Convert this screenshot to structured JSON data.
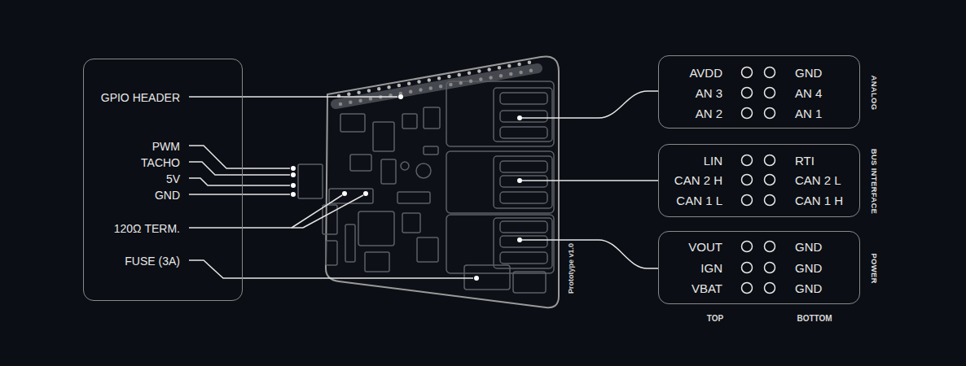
{
  "diagram": {
    "nodes": [
      {
        "text": [
          "GPIO HEADER",
          "PWM",
          "TACHO",
          "5V",
          "GND",
          "120Ω TERM.",
          "FUSE (3A)"
        ]
      },
      {
        "text": [
          "ANALOG",
          "AVDD",
          "GND",
          "AN 3",
          "AN 4",
          "AN 2",
          "AN 1"
        ]
      },
      {
        "text": [
          "BUS INTERFACE",
          "LIN",
          "RTI",
          "CAN 2 H",
          "CAN 2 L",
          "CAN 1 L",
          "CAN 1 H"
        ]
      },
      {
        "text": [
          "POWER",
          "VOUT",
          "GND",
          "IGN",
          "GND",
          "VBAT",
          "GND"
        ]
      }
    ],
    "labels": [
      "Prototype v1.0",
      "TOP",
      "BOTTOM"
    ]
  }
}
